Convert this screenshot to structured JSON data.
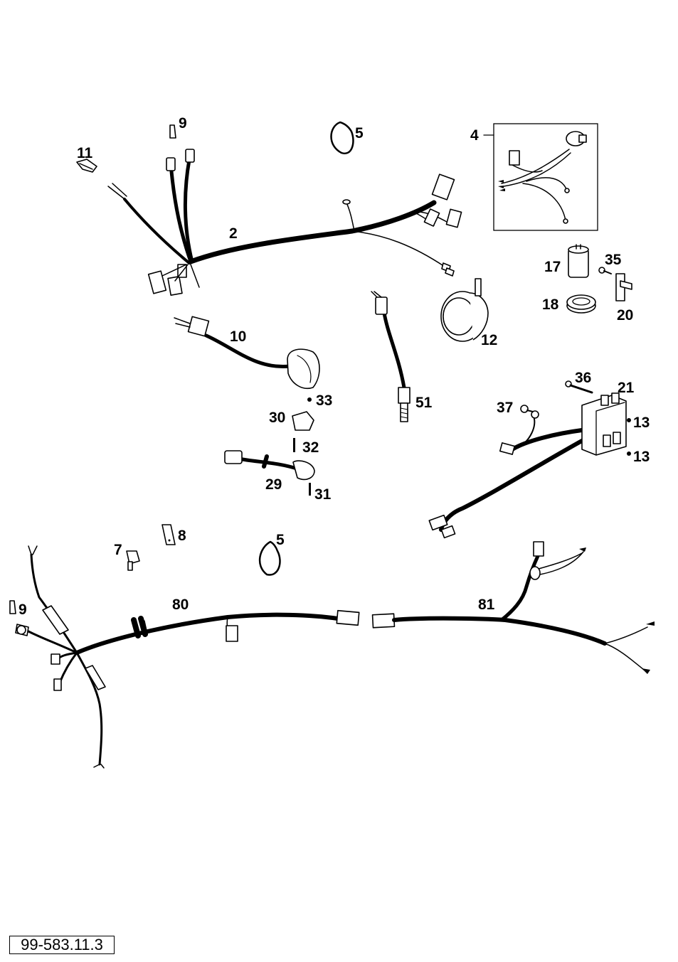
{
  "reference_number": "99-583.11.3",
  "callouts": [
    {
      "id": "c1",
      "text": "9"
    },
    {
      "id": "c2",
      "text": "11"
    },
    {
      "id": "c3",
      "text": "5"
    },
    {
      "id": "c4",
      "text": "4"
    },
    {
      "id": "c5",
      "text": "2"
    },
    {
      "id": "c6",
      "text": "17"
    },
    {
      "id": "c7",
      "text": "35"
    },
    {
      "id": "c8",
      "text": "18"
    },
    {
      "id": "c9",
      "text": "20"
    },
    {
      "id": "c10",
      "text": "10"
    },
    {
      "id": "c11",
      "text": "12"
    },
    {
      "id": "c12",
      "text": "33"
    },
    {
      "id": "c13",
      "text": "51"
    },
    {
      "id": "c14",
      "text": "36"
    },
    {
      "id": "c15",
      "text": "21"
    },
    {
      "id": "c16",
      "text": "30"
    },
    {
      "id": "c17",
      "text": "37"
    },
    {
      "id": "c18",
      "text": "13"
    },
    {
      "id": "c19",
      "text": "32"
    },
    {
      "id": "c20",
      "text": "13"
    },
    {
      "id": "c21",
      "text": "29"
    },
    {
      "id": "c22",
      "text": "31"
    },
    {
      "id": "c23",
      "text": "8"
    },
    {
      "id": "c24",
      "text": "5"
    },
    {
      "id": "c25",
      "text": "7"
    },
    {
      "id": "c26",
      "text": "80"
    },
    {
      "id": "c27",
      "text": "81"
    },
    {
      "id": "c28",
      "text": "9"
    }
  ]
}
